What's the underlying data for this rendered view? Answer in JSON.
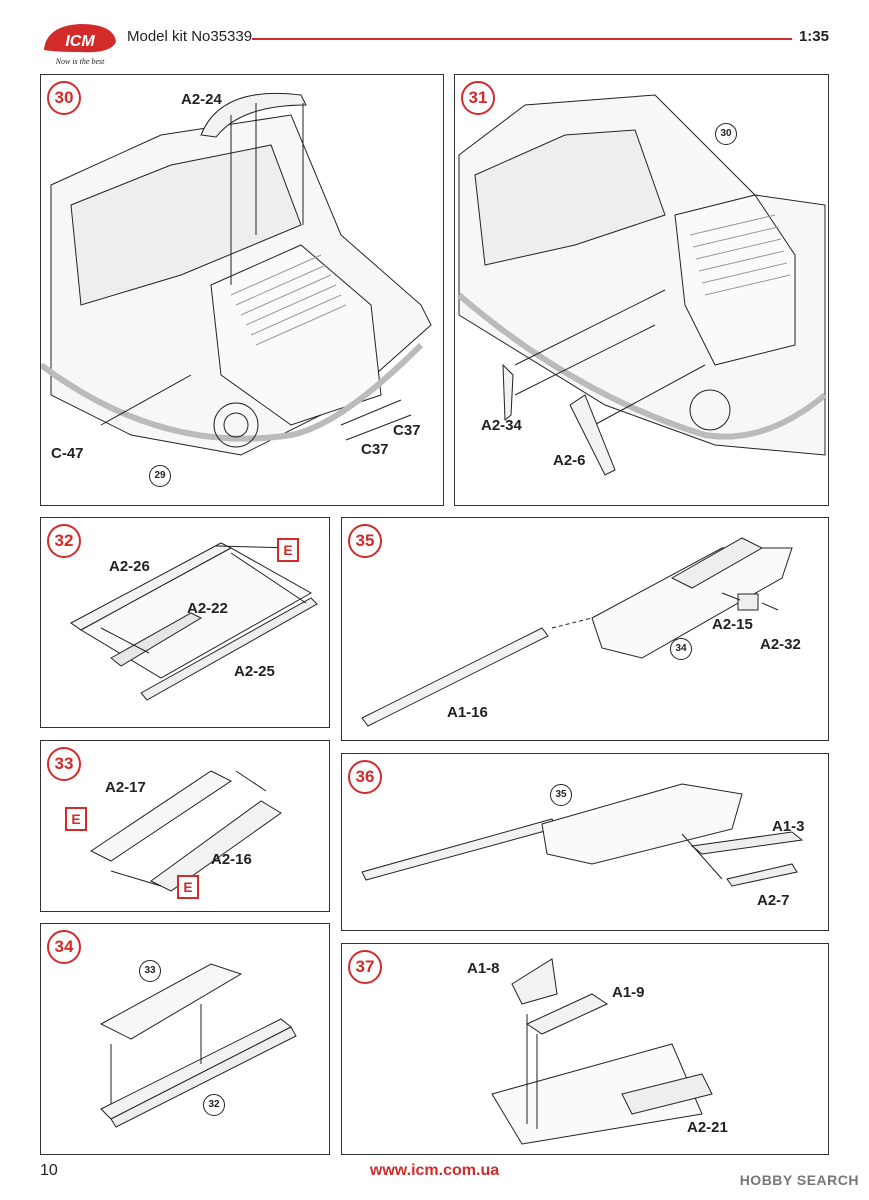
{
  "header": {
    "logo_text": "ICM",
    "logo_tagline": "Now is the best",
    "kit_label": "Model kit No35339",
    "scale": "1:35"
  },
  "colors": {
    "accent": "#d32a2a",
    "line": "#222222"
  },
  "steps": [
    {
      "number": "30",
      "parts": [
        "A2-24",
        "C-47",
        "C37",
        "C37"
      ],
      "refs": [
        "29"
      ]
    },
    {
      "number": "31",
      "parts": [
        "A2-34",
        "A2-6"
      ],
      "refs": [
        "30"
      ]
    },
    {
      "number": "32",
      "parts": [
        "A2-26",
        "A2-22",
        "A2-25"
      ],
      "markers": [
        "E"
      ]
    },
    {
      "number": "35",
      "parts": [
        "A2-15",
        "A2-32",
        "A1-16"
      ],
      "refs": [
        "34"
      ]
    },
    {
      "number": "33",
      "parts": [
        "A2-17",
        "A2-16"
      ],
      "markers": [
        "E",
        "E"
      ]
    },
    {
      "number": "36",
      "parts": [
        "A1-3",
        "A2-7"
      ],
      "refs": [
        "35"
      ]
    },
    {
      "number": "34",
      "parts": [],
      "refs": [
        "33",
        "32"
      ]
    },
    {
      "number": "37",
      "parts": [
        "A1-8",
        "A1-9",
        "A2-21"
      ]
    }
  ],
  "footer": {
    "page_number": "10",
    "url": "www.icm.com.ua",
    "watermark": "HOBBY SEARCH"
  }
}
